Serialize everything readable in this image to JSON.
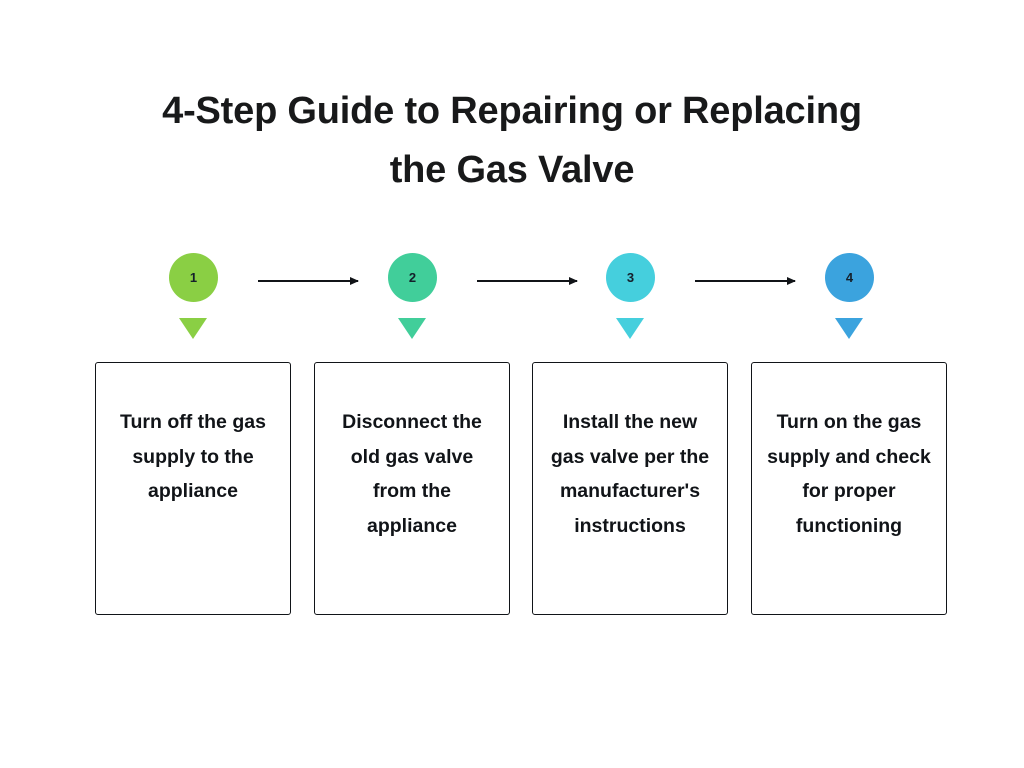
{
  "title": "4-Step Guide to Repairing or Replacing the Gas Valve",
  "theme": {
    "background": "#ffffff",
    "text_color": "#111418",
    "title_color": "#18191a",
    "arrow_color": "#111418",
    "box_border_color": "#111418"
  },
  "steps": [
    {
      "number": "1",
      "text": "Turn off the gas supply to the appliance",
      "color": "#8ACF44"
    },
    {
      "number": "2",
      "text": "Disconnect the old gas valve from the appliance",
      "color": "#41CE9A"
    },
    {
      "number": "3",
      "text": "Install the new gas valve per the manufacturer's instructions",
      "color": "#45CFDD"
    },
    {
      "number": "4",
      "text": "Turn on the gas supply and check for proper functioning",
      "color": "#3BA3DE"
    }
  ],
  "connectors": [
    {
      "name": "arrow-1-to-2",
      "direction": "right"
    },
    {
      "name": "arrow-2-to-3",
      "direction": "right"
    },
    {
      "name": "arrow-3-to-4",
      "direction": "right"
    }
  ]
}
